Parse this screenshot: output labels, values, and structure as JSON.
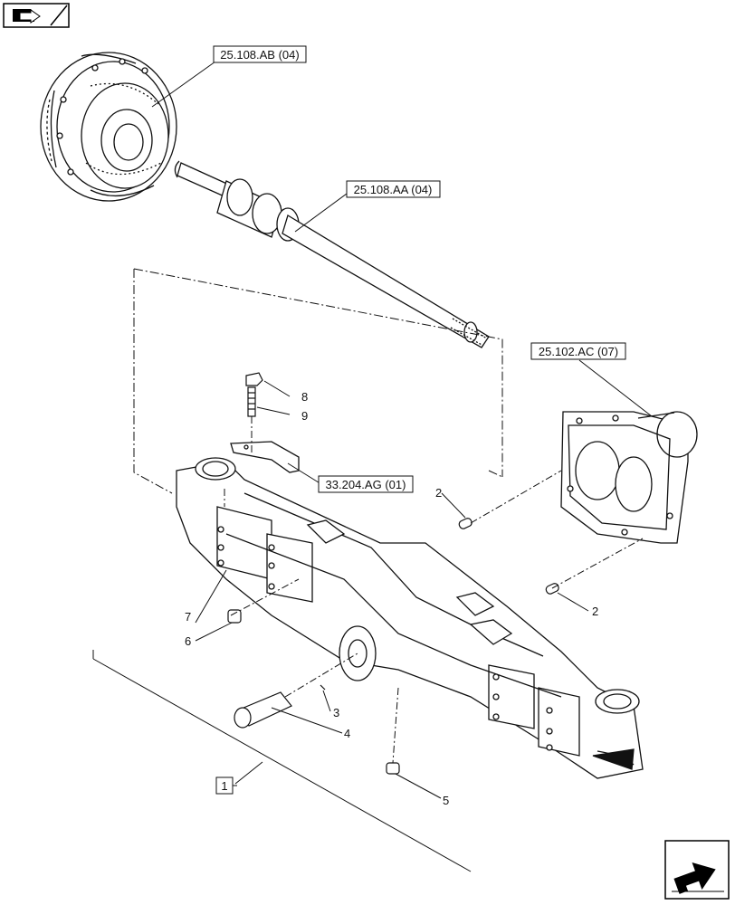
{
  "references": {
    "planetary_ring": "25.108.AB (04)",
    "axle_shaft": "25.108.AA (04)",
    "differential": "25.102.AC (07)",
    "bracket": "33.204.AG (01)"
  },
  "callouts": {
    "c1": "1",
    "c2a": "2",
    "c2b": "2",
    "c3": "3",
    "c4": "4",
    "c5": "5",
    "c6": "6",
    "c7": "7",
    "c8": "8",
    "c9": "9"
  },
  "icons": {
    "top_left": "book-arrow-icon",
    "bottom_right": "next-page-arrow-icon"
  }
}
